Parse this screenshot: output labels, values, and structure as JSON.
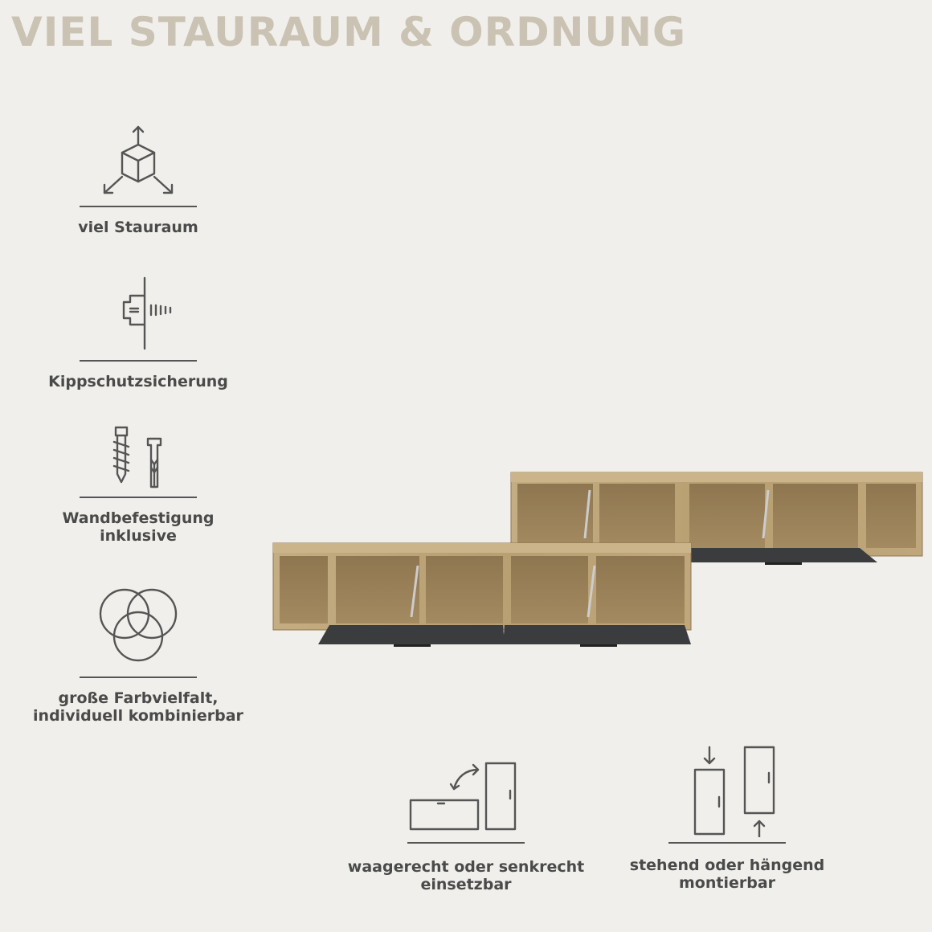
{
  "title": "VIEL STAURAUM & ORDNUNG",
  "features": [
    {
      "icon": "storage-cube-icon",
      "label": "viel Stauraum"
    },
    {
      "icon": "tip-over-protection-icon",
      "label": "Kippschutzsicherung"
    },
    {
      "icon": "wall-mounting-icon",
      "label_line1": "Wandbefestigung",
      "label_line2": "inklusive"
    },
    {
      "icon": "color-variety-icon",
      "label_line1": "große Farbvielfalt,",
      "label_line2": "individuell kombinierbar"
    }
  ],
  "bottom_features": [
    {
      "icon": "orientation-icon",
      "label_line1": "waagerecht oder senkrecht",
      "label_line2": "einsetzbar"
    },
    {
      "icon": "standing-hanging-icon",
      "label_line1": "stehend oder hängend",
      "label_line2": "montierbar"
    }
  ],
  "colors": {
    "background": "#f1efeb",
    "title": "#cac3b4",
    "text": "#4a4a4a",
    "oak": "#b79f73",
    "anthracite": "#3b3c3e"
  }
}
